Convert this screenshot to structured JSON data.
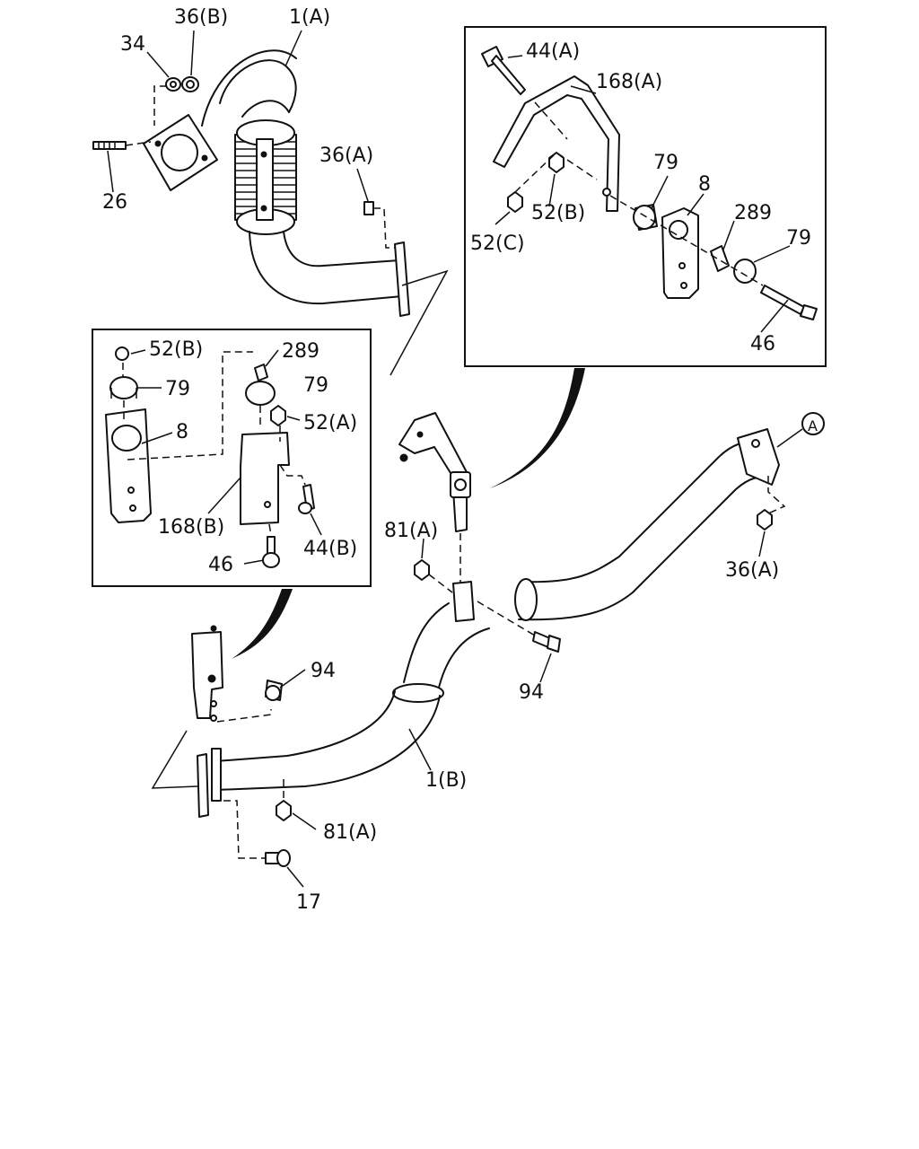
{
  "callouts": {
    "p36b_top": "36(B)",
    "p34": "34",
    "p1a": "1(A)",
    "p26": "26",
    "p36a_top": "36(A)",
    "ia_44a": "44(A)",
    "ia_168a": "168(A)",
    "ia_79a": "79",
    "ia_8": "8",
    "ia_52b": "52(B)",
    "ia_52c": "52(C)",
    "ia_289": "289",
    "ia_79b": "79",
    "ia_46": "46",
    "ib_52b": "52(B)",
    "ib_289": "289",
    "ib_79a": "79",
    "ib_79b": "79",
    "ib_8": "8",
    "ib_52a": "52(A)",
    "ib_168b": "168(B)",
    "ib_46": "46",
    "ib_44b": "44(B)",
    "circle_a": "A",
    "p81a_mid": "81(A)",
    "p36a_right": "36(A)",
    "p94_left": "94",
    "p94_mid": "94",
    "p1b": "1(B)",
    "p81a_bottom": "81(A)",
    "p17": "17"
  }
}
